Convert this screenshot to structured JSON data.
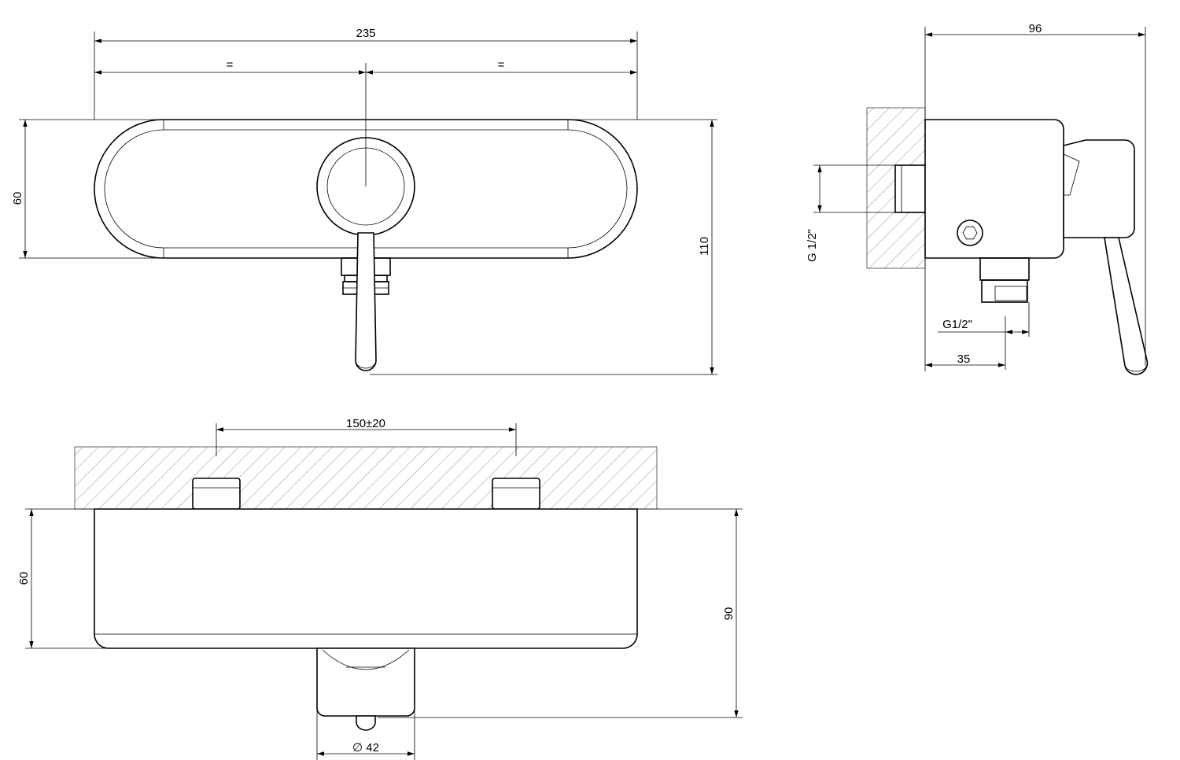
{
  "front_view": {
    "overall_width": "235",
    "half_left": "=",
    "half_right": "=",
    "plate_height": "60",
    "total_height": "110"
  },
  "side_view": {
    "depth": "96",
    "inlet_thread": "G 1/2\"",
    "outlet_thread": "G1/2\"",
    "outlet_offset": "35"
  },
  "top_view": {
    "inlet_spacing": "150±20",
    "body_depth": "60",
    "total_depth": "90",
    "handle_diameter": "∅ 42"
  }
}
